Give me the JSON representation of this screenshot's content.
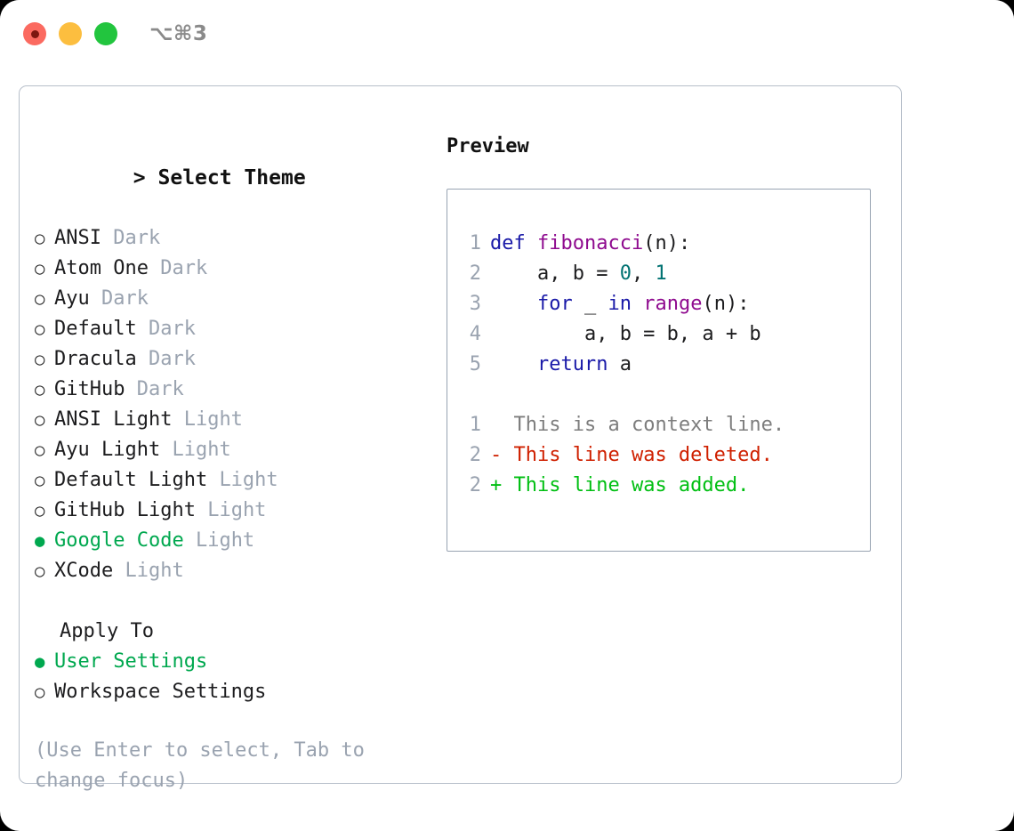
{
  "titlebar": {
    "shortcut": "⌥⌘3",
    "buttons": [
      {
        "name": "close",
        "label": ""
      },
      {
        "name": "minimize",
        "label": ""
      },
      {
        "name": "zoom",
        "label": ""
      }
    ]
  },
  "theme_picker": {
    "caret": ">",
    "title": "Select Theme",
    "bullet_empty": "○",
    "bullet_filled": "●",
    "options": [
      {
        "name": "ANSI",
        "variant": "Dark",
        "selected": false
      },
      {
        "name": "Atom One",
        "variant": "Dark",
        "selected": false
      },
      {
        "name": "Ayu",
        "variant": "Dark",
        "selected": false
      },
      {
        "name": "Default",
        "variant": "Dark",
        "selected": false
      },
      {
        "name": "Dracula",
        "variant": "Dark",
        "selected": false
      },
      {
        "name": "GitHub",
        "variant": "Dark",
        "selected": false
      },
      {
        "name": "ANSI Light",
        "variant": "Light",
        "selected": false
      },
      {
        "name": "Ayu Light",
        "variant": "Light",
        "selected": false
      },
      {
        "name": "Default Light",
        "variant": "Light",
        "selected": false
      },
      {
        "name": "GitHub Light",
        "variant": "Light",
        "selected": false
      },
      {
        "name": "Google Code",
        "variant": "Light",
        "selected": true
      },
      {
        "name": "XCode",
        "variant": "Light",
        "selected": false
      }
    ]
  },
  "apply_to": {
    "title": "Apply To",
    "options": [
      {
        "name": "User Settings",
        "selected": true
      },
      {
        "name": "Workspace Settings",
        "selected": false
      }
    ]
  },
  "hint": "(Use Enter to select, Tab to change focus)",
  "preview": {
    "title": "Preview",
    "code_lines": [
      {
        "num": "1",
        "tokens": [
          {
            "t": "def ",
            "c": "k"
          },
          {
            "t": "fibonacci",
            "c": "fn"
          },
          {
            "t": "(n):",
            "c": "pl"
          }
        ]
      },
      {
        "num": "2",
        "tokens": [
          {
            "t": "    a, b = ",
            "c": "pl"
          },
          {
            "t": "0",
            "c": "num"
          },
          {
            "t": ", ",
            "c": "pl"
          },
          {
            "t": "1",
            "c": "num"
          }
        ]
      },
      {
        "num": "3",
        "tokens": [
          {
            "t": "    ",
            "c": "pl"
          },
          {
            "t": "for",
            "c": "k"
          },
          {
            "t": " _ ",
            "c": "pl"
          },
          {
            "t": "in",
            "c": "k"
          },
          {
            "t": " ",
            "c": "pl"
          },
          {
            "t": "range",
            "c": "fn"
          },
          {
            "t": "(n):",
            "c": "pl"
          }
        ]
      },
      {
        "num": "4",
        "tokens": [
          {
            "t": "        a, b = b, a + b",
            "c": "pl"
          }
        ]
      },
      {
        "num": "5",
        "tokens": [
          {
            "t": "    ",
            "c": "pl"
          },
          {
            "t": "return",
            "c": "k"
          },
          {
            "t": " a",
            "c": "pl"
          }
        ]
      }
    ],
    "diff_lines": [
      {
        "num": "1",
        "marker": " ",
        "text": "This is a context line.",
        "kind": "d-ctx"
      },
      {
        "num": "2",
        "marker": "-",
        "text": "This line was deleted.",
        "kind": "d-del"
      },
      {
        "num": "2",
        "marker": "+",
        "text": "This line was added.",
        "kind": "d-add"
      }
    ]
  },
  "colors": {
    "accent_green": "#00a84f",
    "diff_add": "#00bf12",
    "diff_del": "#cf2000",
    "keyword": "#1a1aa8",
    "function": "#8f0b8f",
    "number": "#007272",
    "muted": "#9aa3b0",
    "border": "#b7bfca"
  }
}
